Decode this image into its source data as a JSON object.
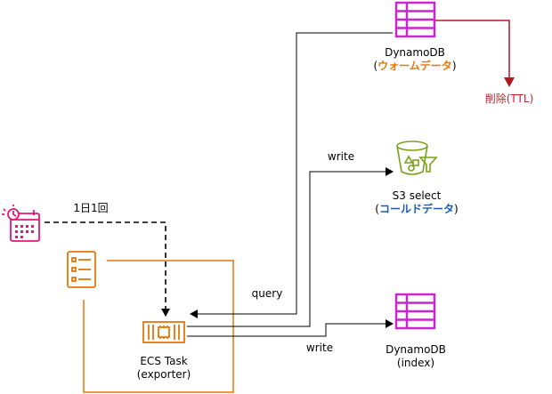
{
  "nodes": {
    "dynamo_warm": {
      "name": "DynamoDB",
      "paren_open": "(",
      "subtitle": "ウォームデータ",
      "paren_close": ")",
      "subtitle_color": "#e8760a"
    },
    "s3": {
      "name": "S3 select",
      "paren_open": "(",
      "subtitle": "コールドデータ",
      "paren_close": ")",
      "subtitle_color": "#1a5fb4"
    },
    "dynamo_index": {
      "name": "DynamoDB",
      "subtitle": "(index)"
    },
    "ecs": {
      "name": "ECS Task",
      "subtitle": "(exporter)"
    },
    "delete": {
      "label": "削除(TTL)",
      "color": "#c0272d"
    }
  },
  "edges": {
    "schedule": "1日1回",
    "query": "query",
    "write_s3": "write",
    "write_index": "write"
  },
  "colors": {
    "dynamodb": "#c925d1",
    "s3": "#7aa116",
    "compute": "#e8760a",
    "scheduler": "#e7157b",
    "connector": "#000000",
    "ttl_arrow": "#b0191e"
  },
  "icons": {
    "dynamo_warm": "dynamodb-table-icon",
    "dynamo_index": "dynamodb-table-icon",
    "s3": "s3-select-bucket-icon",
    "ecs": "ecs-task-chip-icon",
    "scheduler": "scheduled-event-icon",
    "config": "checklist-icon"
  }
}
